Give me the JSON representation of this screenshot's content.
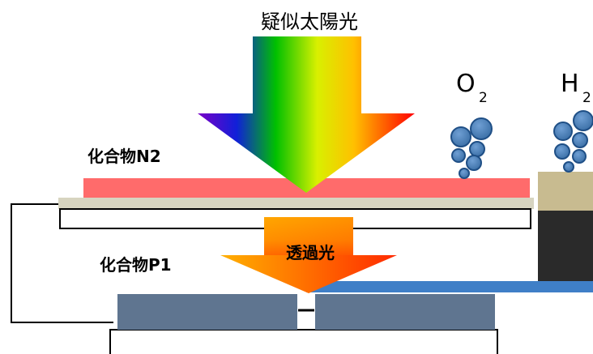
{
  "labels": {
    "light_source": "疑似太陽光",
    "compound_top": "化合物N2",
    "compound_bottom": "化合物P1",
    "transmitted_light": "透過光"
  },
  "gases": {
    "oxygen": {
      "symbol": "O",
      "subscript": "2"
    },
    "hydrogen": {
      "symbol": "H",
      "subscript": "2"
    }
  },
  "colors": {
    "compound_n2_layer": "#ff6b6b",
    "substrate_layer": "#d7d4c0",
    "compound_p1_block": "#5f7590",
    "counter_electrode_top": "#c8bb90",
    "counter_electrode_body": "#2a2a2a",
    "bubble": "#3a6ea5",
    "wire_connector": "#3f7fc7"
  }
}
